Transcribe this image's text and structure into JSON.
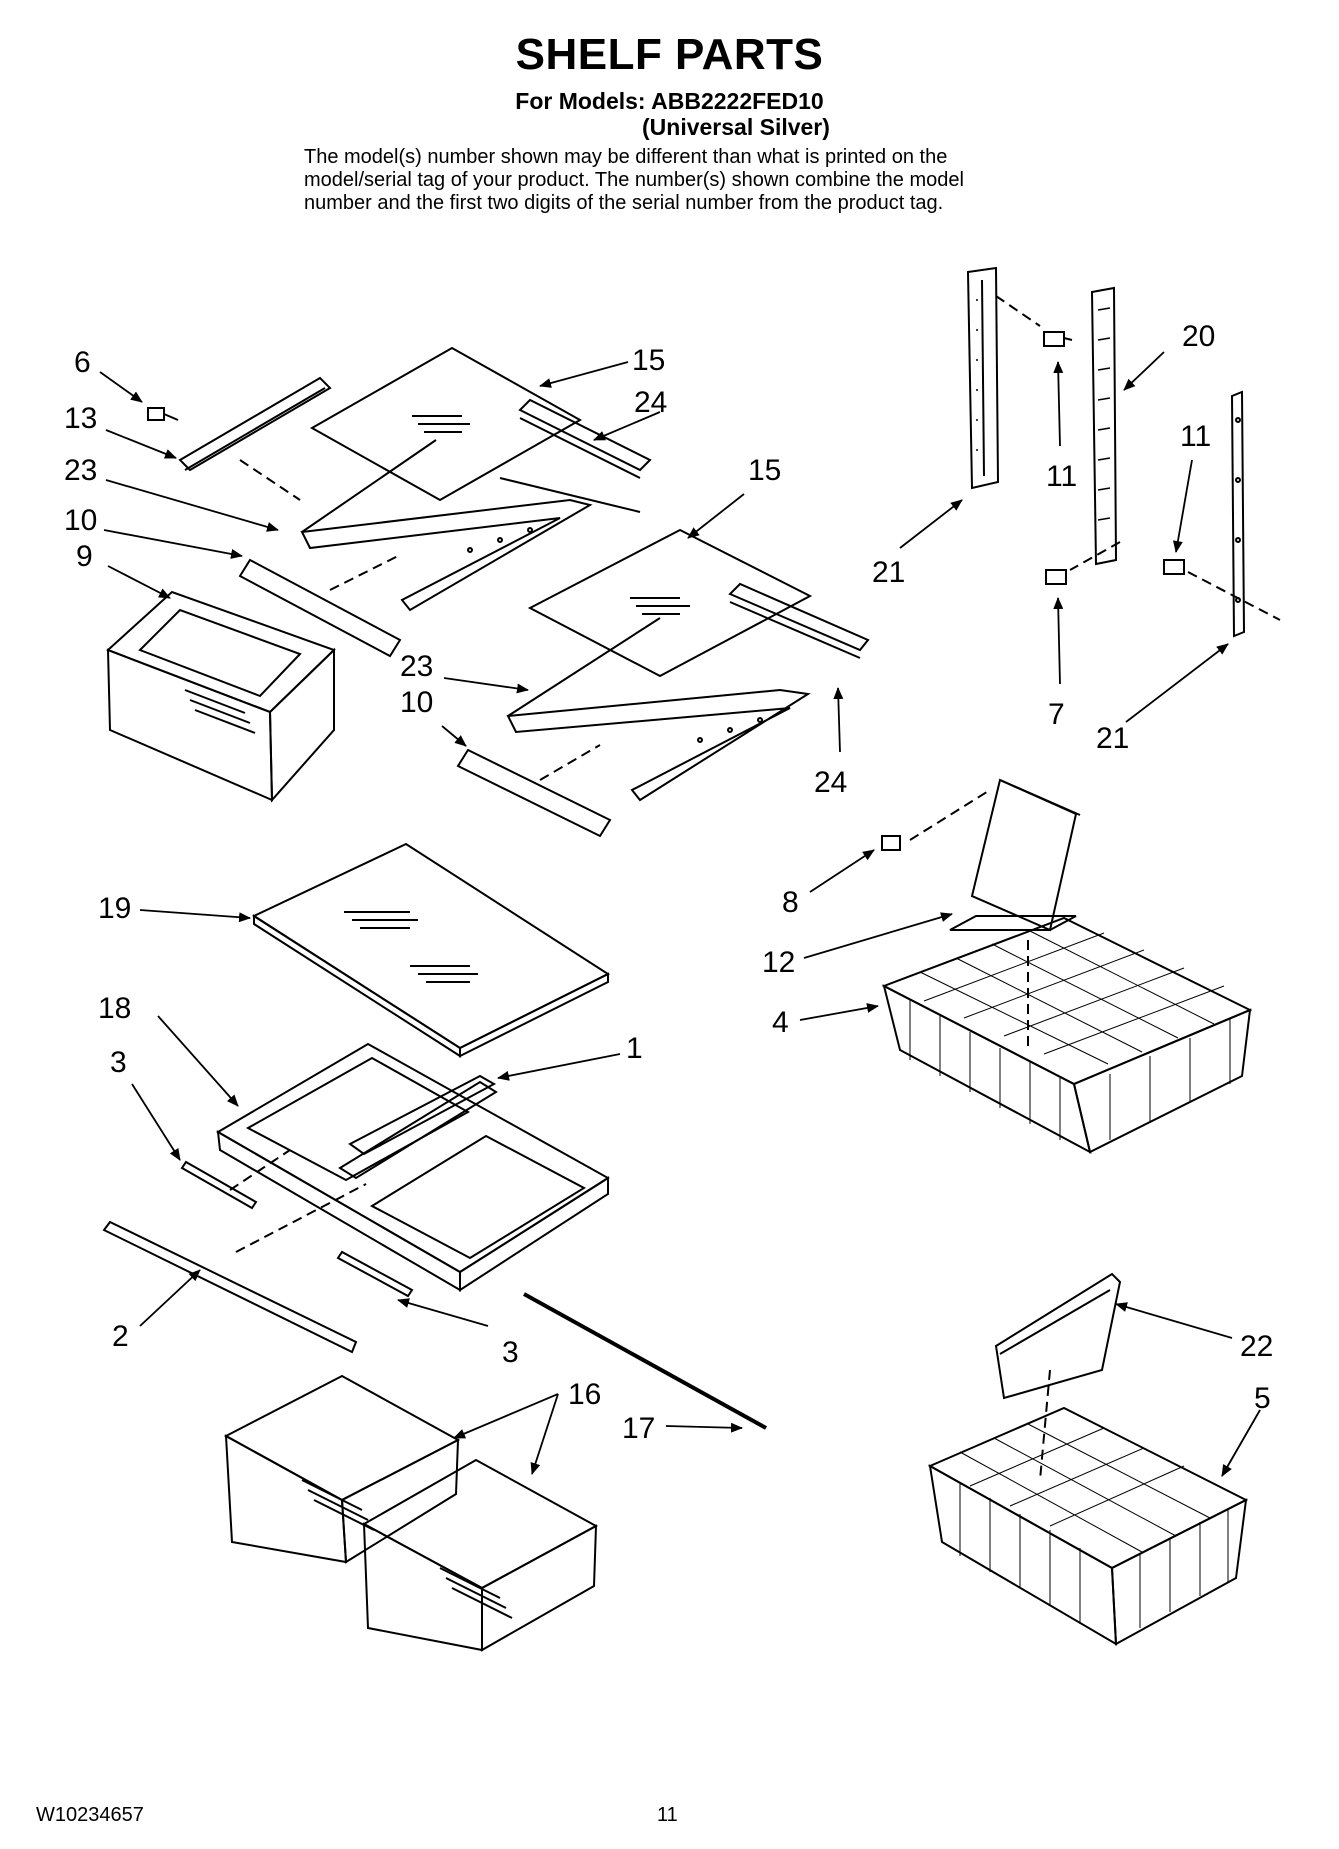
{
  "header": {
    "title": "SHELF PARTS",
    "models_line": "For Models: ABB2222FED10",
    "color_line": "(Universal Silver)",
    "note_lines": [
      "The model(s) number shown may be different than what is printed on the",
      "model/serial tag of your product. The number(s) shown combine the model",
      "number and the first two digits of the serial number from the product tag."
    ]
  },
  "callouts": [
    {
      "id": "c6",
      "text": "6"
    },
    {
      "id": "c13",
      "text": "13"
    },
    {
      "id": "c23a",
      "text": "23"
    },
    {
      "id": "c10a",
      "text": "10"
    },
    {
      "id": "c9",
      "text": "9"
    },
    {
      "id": "c15a",
      "text": "15"
    },
    {
      "id": "c24a",
      "text": "24"
    },
    {
      "id": "c15b",
      "text": "15"
    },
    {
      "id": "c23b",
      "text": "23"
    },
    {
      "id": "c10b",
      "text": "10"
    },
    {
      "id": "c24b",
      "text": "24"
    },
    {
      "id": "c20",
      "text": "20"
    },
    {
      "id": "c11a",
      "text": "11"
    },
    {
      "id": "c11b",
      "text": "11"
    },
    {
      "id": "c21a",
      "text": "21"
    },
    {
      "id": "c7",
      "text": "7"
    },
    {
      "id": "c21b",
      "text": "21"
    },
    {
      "id": "c19",
      "text": "19"
    },
    {
      "id": "c8",
      "text": "8"
    },
    {
      "id": "c12",
      "text": "12"
    },
    {
      "id": "c4",
      "text": "4"
    },
    {
      "id": "c18",
      "text": "18"
    },
    {
      "id": "c3a",
      "text": "3"
    },
    {
      "id": "c1",
      "text": "1"
    },
    {
      "id": "c2",
      "text": "2"
    },
    {
      "id": "c3b",
      "text": "3"
    },
    {
      "id": "c22",
      "text": "22"
    },
    {
      "id": "c16",
      "text": "16"
    },
    {
      "id": "c17",
      "text": "17"
    },
    {
      "id": "c5",
      "text": "5"
    }
  ],
  "footer": {
    "doc_number": "W10234657",
    "page_number": "11"
  }
}
